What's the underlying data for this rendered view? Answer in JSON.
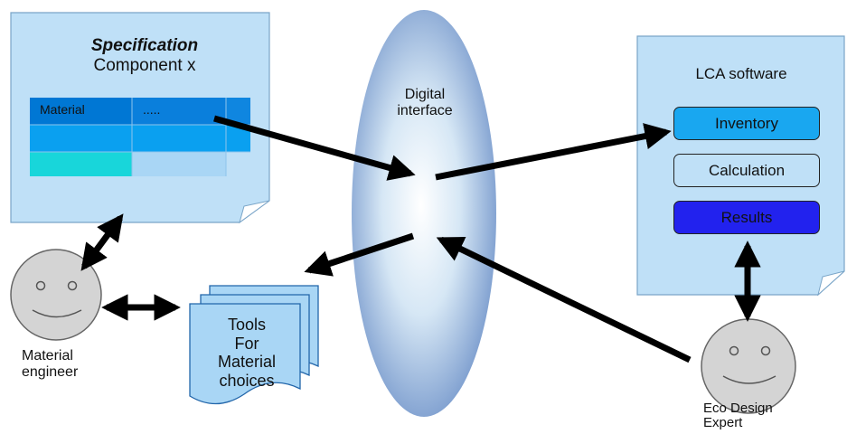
{
  "specification": {
    "title": "Specification",
    "subtitle": "Component x",
    "table": {
      "cell_material": "Material",
      "cell_value": "....."
    }
  },
  "interface": {
    "label": "Digital\ninterface"
  },
  "lca": {
    "title": "LCA software",
    "inventory": "Inventory",
    "calculation": "Calculation",
    "results": "Results"
  },
  "tools": {
    "label": "Tools\nFor\nMaterial\nchoices"
  },
  "material_engineer": {
    "label": "Material\nengineer"
  },
  "eco_expert": {
    "label": "Eco Design\nExpert"
  },
  "colors": {
    "page": "#bfe0f7",
    "table_dark": "#0077d4",
    "table_mid": "#0aa0f0",
    "table_cyan": "#18d6da",
    "table_light": "#a9d6f5",
    "inventory": "#19a7f0",
    "results": "#2222ee",
    "face": "#d4d4d4"
  }
}
